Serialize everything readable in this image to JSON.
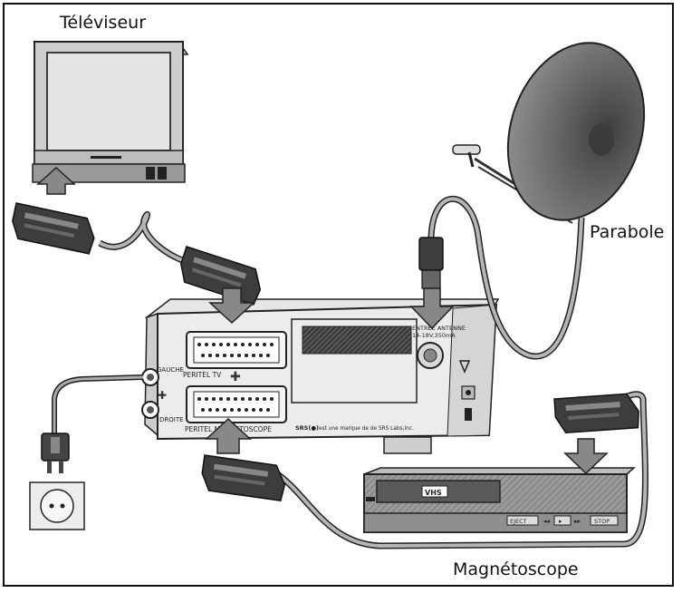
{
  "labels": {
    "tv": "Téléviseur",
    "dish": "Parabole",
    "vcr": "Magnétoscope"
  },
  "receiver": {
    "peritel_tv": "PERITEL TV",
    "peritel_vcr": "PERITEL MAGNETOSCOPE",
    "gauche": "GAUCHE",
    "droite": "DROITE",
    "antenna_1": "ENTREE ANTENNE",
    "antenna_2": "14-18V.350mA",
    "srs_logo": "SRS(●)",
    "srs_note": "est une marque de de SRS Labs,Inc."
  },
  "vcr": {
    "vhs": "VHS",
    "eject": "EJECT",
    "stop": "STOP"
  },
  "colors": {
    "dark": "#2b2b2b",
    "mid": "#7a7a7a",
    "light": "#d8d8d8",
    "dish": "#6e6e6e"
  }
}
